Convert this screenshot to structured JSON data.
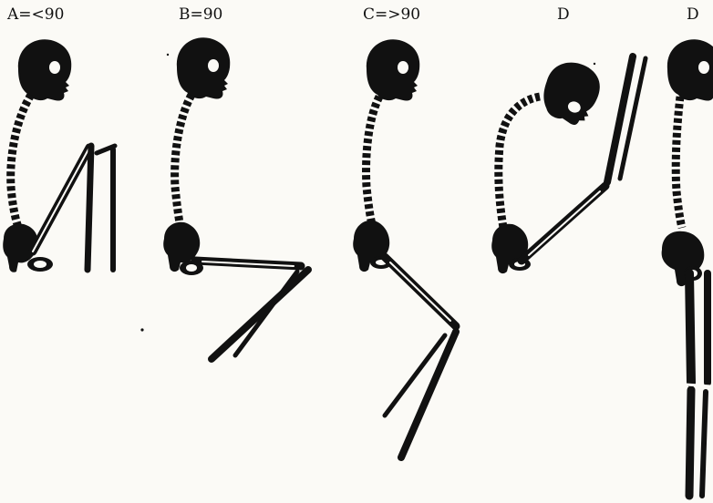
{
  "figure": {
    "panels": [
      {
        "id": "A",
        "label": "A=<90"
      },
      {
        "id": "B",
        "label": "B=90"
      },
      {
        "id": "C",
        "label": "C=>90"
      },
      {
        "id": "D1",
        "label": "D"
      },
      {
        "id": "D2",
        "label": "D"
      }
    ]
  },
  "colors": {
    "ink": "#111111",
    "paper": "#fbfaf6"
  }
}
